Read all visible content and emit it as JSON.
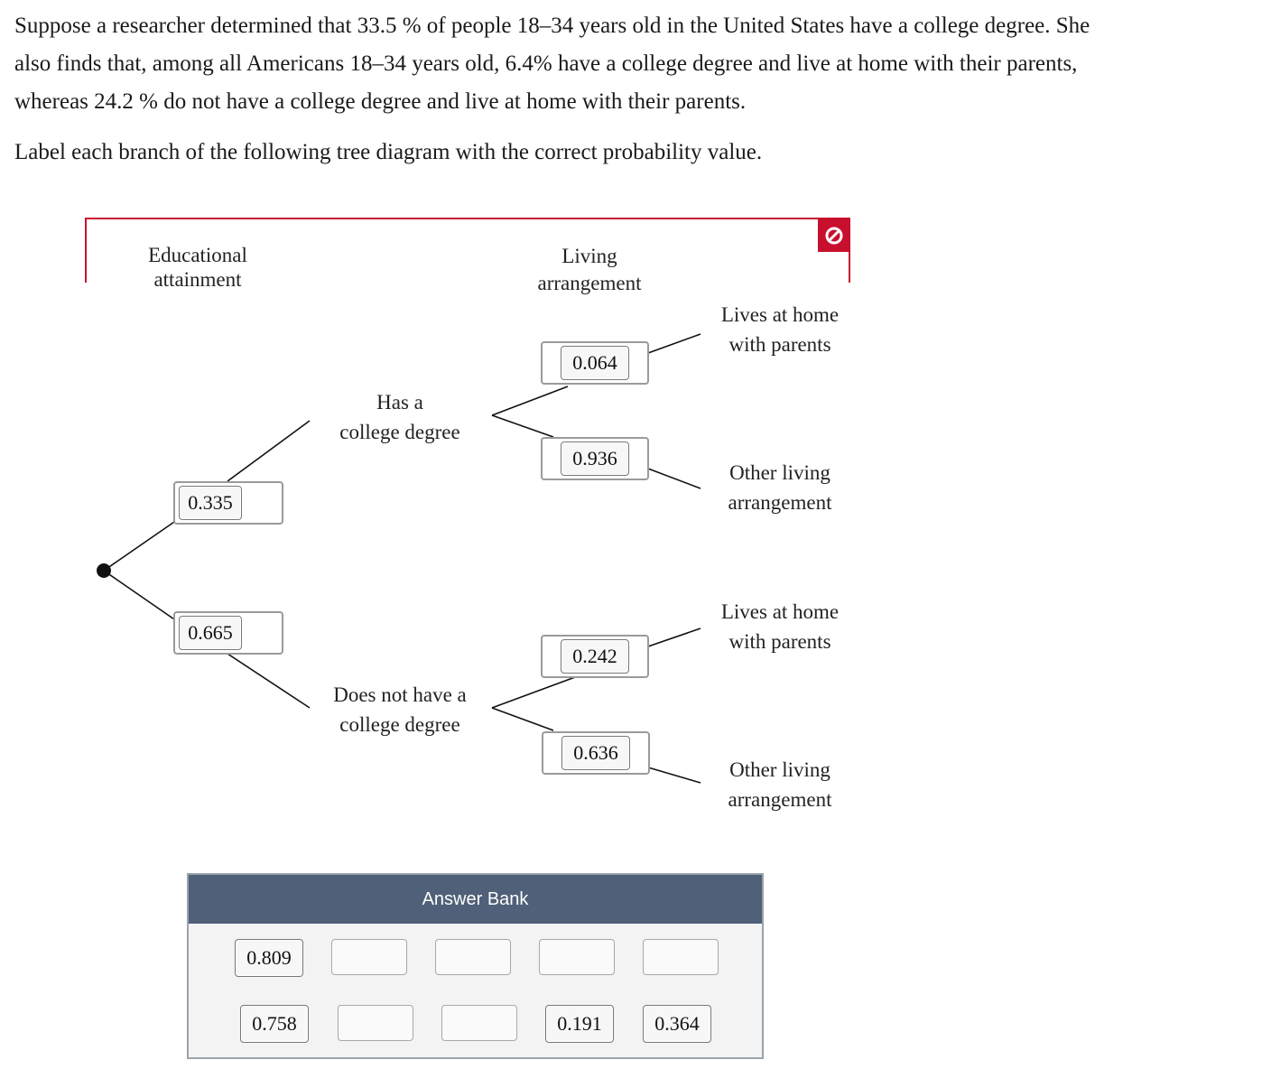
{
  "question": {
    "line1": "Suppose a researcher determined that 33.5 % of people 18–34 years old in the United States have a college degree. She",
    "line2": "also finds that, among all Americans 18–34 years old, 6.4% have a college degree and live at home with their parents,",
    "line3": "whereas 24.2 % do not have a college degree and live at home with their parents.",
    "instruction": "Label each branch of the following tree diagram with the correct probability value."
  },
  "tree": {
    "stage1_header_line1": "Educational",
    "stage1_header_line2": "attainment",
    "stage2_header_line1": "Living",
    "stage2_header_line2": "arrangement",
    "branch_college_line1": "Has a",
    "branch_college_line2": "college degree",
    "branch_no_college_line1": "Does not have a",
    "branch_no_college_line2": "college degree",
    "leaf_home_line1": "Lives at home",
    "leaf_home_line2": "with parents",
    "leaf_other_line1": "Other living",
    "leaf_other_line2": "arrangement",
    "slots": {
      "college": "0.335",
      "no_college": "0.665",
      "college_home": "0.064",
      "college_other": "0.936",
      "no_college_home": "0.242",
      "no_college_other": "0.636"
    }
  },
  "status": {
    "icon": "no-entry-icon",
    "color": "#c8102e"
  },
  "answer_bank": {
    "title": "Answer Bank",
    "row1": [
      "0.809"
    ],
    "row2": [
      "0.758",
      "0.191",
      "0.364"
    ]
  }
}
